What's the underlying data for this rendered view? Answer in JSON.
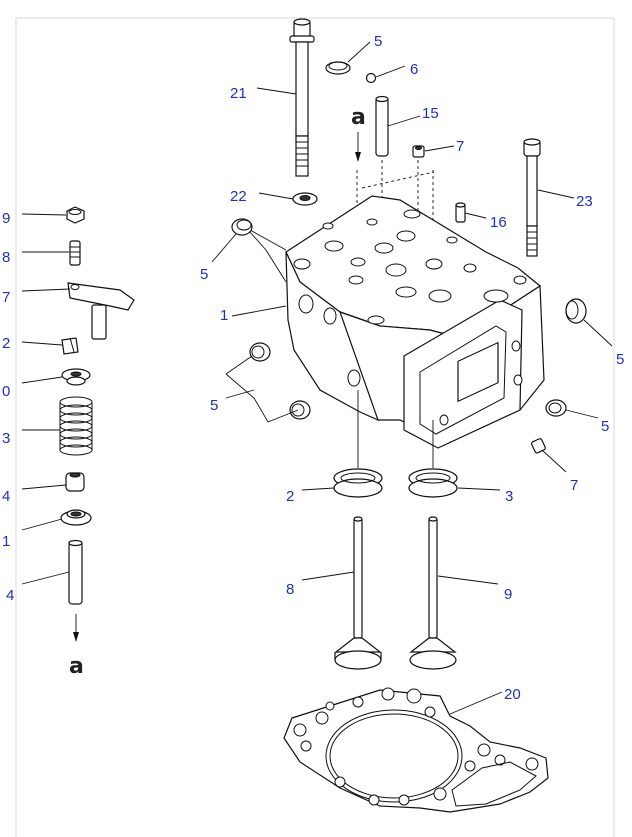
{
  "diagram": {
    "arrow_label": "a",
    "callouts": {
      "c21": "21",
      "c5a": "5",
      "c6": "6",
      "c15": "15",
      "c7a": "7",
      "c22": "22",
      "c16": "16",
      "c23": "23",
      "c5b": "5",
      "c1": "1",
      "c5c": "5",
      "c5d": "5",
      "c5e": "5",
      "c7b": "7",
      "c2": "2",
      "c3": "3",
      "c8": "8",
      "c9": "9",
      "c20": "20"
    },
    "left_callouts": {
      "l9": "9",
      "l8": "8",
      "l7": "7",
      "l2": "2",
      "l0": "0",
      "l3": "3",
      "l4a": "4",
      "l1": "1",
      "l4b": "4"
    }
  }
}
